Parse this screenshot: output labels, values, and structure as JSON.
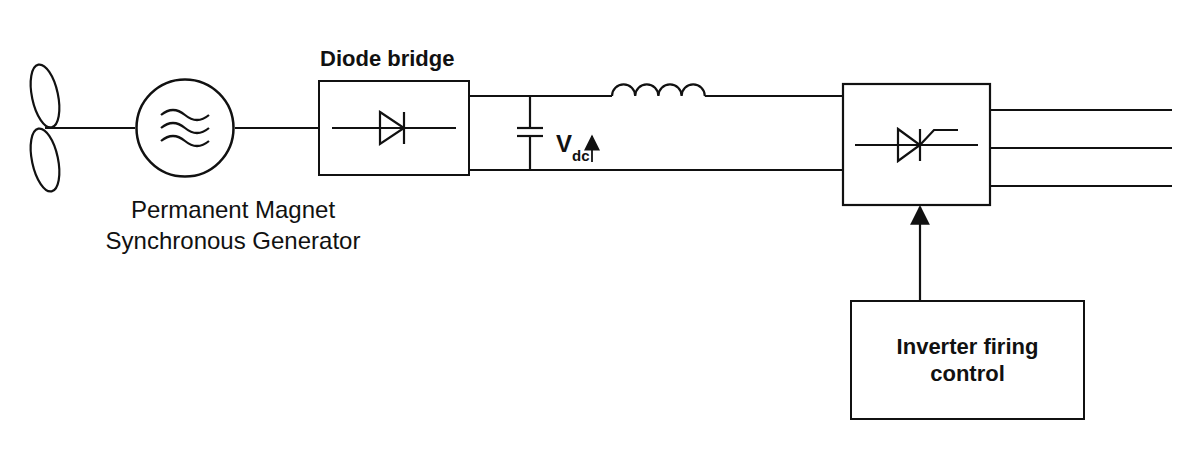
{
  "diagram": {
    "nodes": [
      {
        "text": [
          "Permanent Magnet Synchronous Generator"
        ]
      },
      {
        "text": [
          "Diode bridge"
        ]
      },
      {
        "text": [
          "Inverter firing control"
        ]
      }
    ],
    "edges": [
      {
        "from": 0,
        "to": 1,
        "arrow": "none"
      }
    ],
    "labels": [
      "V",
      "dc"
    ]
  }
}
